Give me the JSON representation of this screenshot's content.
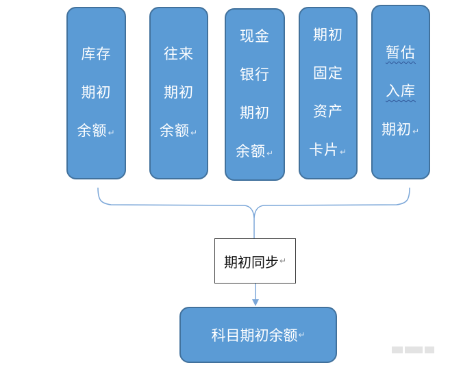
{
  "sources": [
    {
      "lines": [
        "库存",
        "期初",
        "余额"
      ],
      "wavy": [
        false,
        false,
        false
      ]
    },
    {
      "lines": [
        "往来",
        "期初",
        "余额"
      ],
      "wavy": [
        false,
        false,
        false
      ]
    },
    {
      "lines": [
        "现金",
        "银行",
        "期初",
        "余额"
      ],
      "wavy": [
        false,
        false,
        false,
        false
      ]
    },
    {
      "lines": [
        "期初",
        "固定",
        "资产",
        "卡片"
      ],
      "wavy": [
        false,
        false,
        false,
        false
      ]
    },
    {
      "lines": [
        "暂估",
        "入库",
        "期初"
      ],
      "wavy": [
        true,
        true,
        false
      ]
    }
  ],
  "sync": {
    "label": "期初同步"
  },
  "result": {
    "label": "科目期初余额"
  },
  "return_mark": "↵",
  "colors": {
    "box_fill": "#5b9bd5",
    "box_border": "#41719c",
    "connector": "#7aa6d8",
    "text_on_box": "#ffffff"
  }
}
